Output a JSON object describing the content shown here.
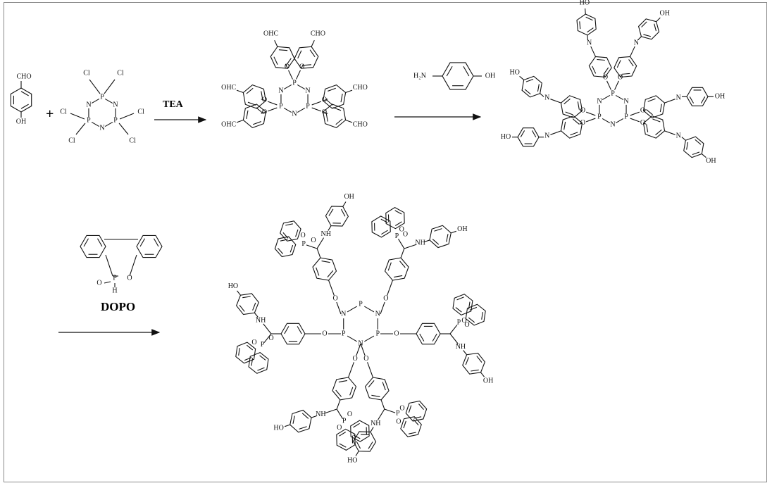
{
  "reagents": {
    "tea": "TEA",
    "dopo": "DOPO",
    "aminophenol_amine": "H₂N",
    "aminophenol_oh": "OH"
  },
  "atoms": {
    "P": "P",
    "N": "N",
    "O": "O",
    "H": "H",
    "Cl": "Cl",
    "OH": "OH",
    "HO": "HO",
    "CHO": "CHO",
    "OHC": "OHC",
    "NH": "NH",
    "plus": "+"
  },
  "colors": {
    "ink": "#111111",
    "frame": "#8a8a8a"
  }
}
